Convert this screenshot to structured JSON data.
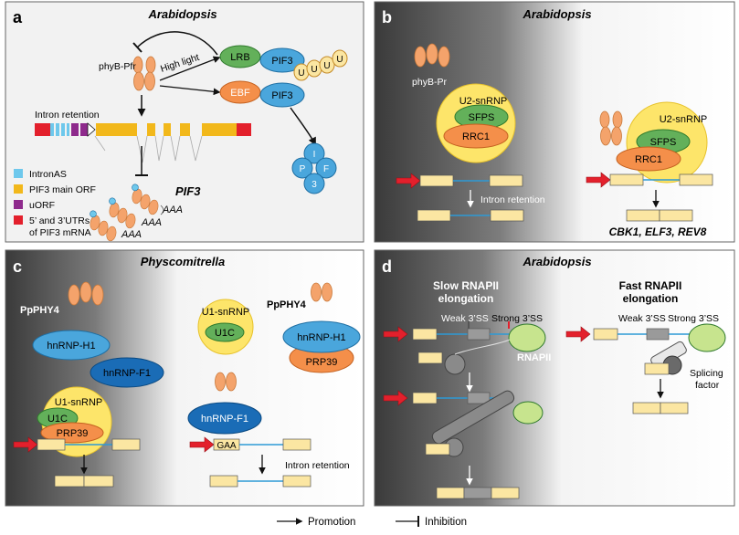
{
  "panel_a": {
    "letter": "a",
    "title": "Arabidopsis",
    "phyb": "phyB-Pfr",
    "high_light": "High light",
    "lrb": "LRB",
    "ebf": "EBF",
    "pif3": "PIF3",
    "ub": "U",
    "intron_retention": "Intron retention",
    "pif3_gene": "PIF3",
    "aaa": "AAA",
    "frag_i": "I",
    "frag_p": "P",
    "frag_f": "F",
    "frag_3": "3",
    "legend": [
      "IntronAS",
      "PIF3 main ORF",
      "uORF",
      "5’ and 3’UTRs",
      "of PIF3 mRNA"
    ],
    "legend_colors": [
      "#6ec8ec",
      "#f2b81b",
      "#8e2a8c",
      "#e3202c"
    ]
  },
  "panel_b": {
    "letter": "b",
    "title": "Arabidopsis",
    "phyb": "phyB-Pr",
    "u2": "U2-snRNP",
    "sfps": "SFPS",
    "rrc1": "RRC1",
    "intron_retention": "Intron retention",
    "genes": "CBK1, ELF3, REV8"
  },
  "panel_c": {
    "letter": "c",
    "title": "Physcomitrella",
    "pphy4": "PpPHY4",
    "hnrnp_h1": "hnRNP-H1",
    "hnrnp_f1": "hnRNP-F1",
    "u1": "U1-snRNP",
    "u1c": "U1C",
    "prp39": "PRP39",
    "gaa": "GAA",
    "intron_retention": "Intron retention"
  },
  "panel_d": {
    "letter": "d",
    "title": "Arabidopsis",
    "slow1": "Slow RNAPII",
    "slow2": "elongation",
    "fast1": "Fast RNAPII",
    "fast2": "elongation",
    "weak": "Weak 3’SS",
    "strong": "Strong 3’SS",
    "rnapii": "RNAPII",
    "splicing1": "Splicing",
    "splicing2": "factor"
  },
  "legend": {
    "promotion": "Promotion",
    "inhibition": "Inhibition"
  },
  "colors": {
    "orange": "#f4a36b",
    "blue": "#4aa6dc",
    "green": "#63b05a",
    "yellow": "#fde56a",
    "exon": "#fbe6a2",
    "red": "#e3202c"
  }
}
